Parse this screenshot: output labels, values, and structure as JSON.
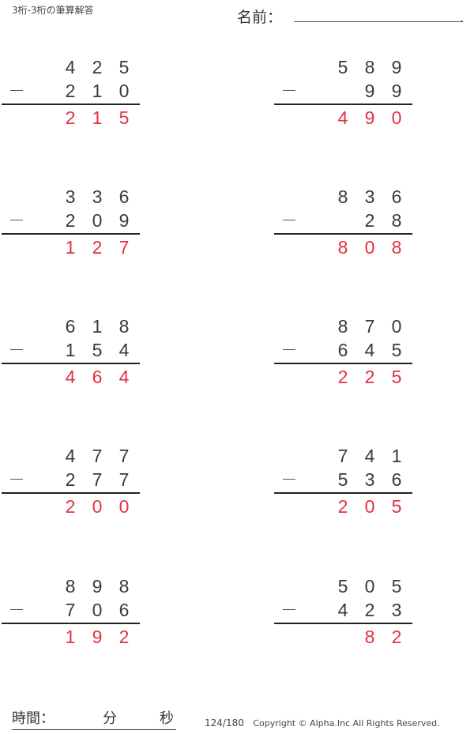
{
  "header": {
    "title": "3桁-3桁の筆算解答",
    "name_label": "名前：",
    "name_end": "."
  },
  "colors": {
    "digit": "#3a3a3a",
    "answer": "#e5303f",
    "rule": "#222222"
  },
  "problems": [
    {
      "top": [
        "4",
        "2",
        "5"
      ],
      "bottom": [
        "2",
        "1",
        "0"
      ],
      "answer": [
        "2",
        "1",
        "5"
      ],
      "operator": "−"
    },
    {
      "top": [
        "5",
        "8",
        "9"
      ],
      "bottom": [
        "",
        "9",
        "9"
      ],
      "answer": [
        "4",
        "9",
        "0"
      ],
      "operator": "−"
    },
    {
      "top": [
        "3",
        "3",
        "6"
      ],
      "bottom": [
        "2",
        "0",
        "9"
      ],
      "answer": [
        "1",
        "2",
        "7"
      ],
      "operator": "−"
    },
    {
      "top": [
        "8",
        "3",
        "6"
      ],
      "bottom": [
        "",
        "2",
        "8"
      ],
      "answer": [
        "8",
        "0",
        "8"
      ],
      "operator": "−"
    },
    {
      "top": [
        "6",
        "1",
        "8"
      ],
      "bottom": [
        "1",
        "5",
        "4"
      ],
      "answer": [
        "4",
        "6",
        "4"
      ],
      "operator": "−"
    },
    {
      "top": [
        "8",
        "7",
        "0"
      ],
      "bottom": [
        "6",
        "4",
        "5"
      ],
      "answer": [
        "2",
        "2",
        "5"
      ],
      "operator": "−"
    },
    {
      "top": [
        "4",
        "7",
        "7"
      ],
      "bottom": [
        "2",
        "7",
        "7"
      ],
      "answer": [
        "2",
        "0",
        "0"
      ],
      "operator": "−"
    },
    {
      "top": [
        "7",
        "4",
        "1"
      ],
      "bottom": [
        "5",
        "3",
        "6"
      ],
      "answer": [
        "2",
        "0",
        "5"
      ],
      "operator": "−"
    },
    {
      "top": [
        "8",
        "9",
        "8"
      ],
      "bottom": [
        "7",
        "0",
        "6"
      ],
      "answer": [
        "1",
        "9",
        "2"
      ],
      "operator": "−"
    },
    {
      "top": [
        "5",
        "0",
        "5"
      ],
      "bottom": [
        "4",
        "2",
        "3"
      ],
      "answer": [
        "",
        "8",
        "2"
      ],
      "operator": "−"
    }
  ],
  "footer": {
    "time_label": "時間：",
    "minutes_label": "分",
    "seconds_label": "秒",
    "page": "124/180",
    "copyright": "Copyright © Alpha.Inc All Rights Reserved."
  }
}
